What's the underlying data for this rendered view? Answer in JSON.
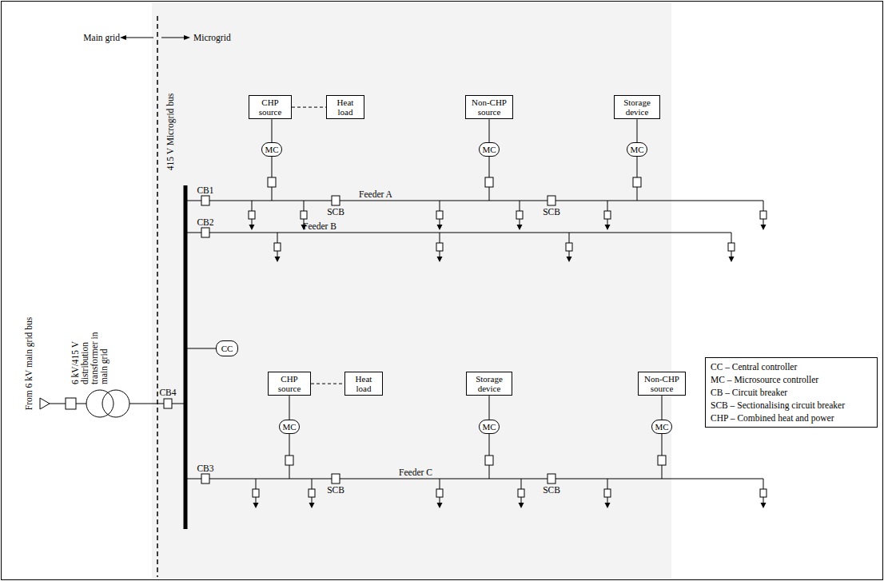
{
  "diagram": {
    "nodes": [
      {
        "text": [
          "CHP source"
        ]
      },
      {
        "text": [
          "Heat load"
        ]
      },
      {
        "text": [
          "Non-CHP source"
        ]
      },
      {
        "text": [
          "Storage device"
        ]
      },
      {
        "text": [
          "MC"
        ]
      },
      {
        "text": [
          "MC"
        ]
      },
      {
        "text": [
          "MC"
        ]
      },
      {
        "text": [
          "CC"
        ]
      },
      {
        "text": [
          "CHP source"
        ]
      },
      {
        "text": [
          "Heat load"
        ]
      },
      {
        "text": [
          "Storage device"
        ]
      },
      {
        "text": [
          "Non-CHP source"
        ]
      },
      {
        "text": [
          "MC"
        ]
      },
      {
        "text": [
          "MC"
        ]
      },
      {
        "text": [
          "MC"
        ]
      }
    ],
    "edges": [
      {
        "from": 0,
        "to": 1,
        "arrow": "none"
      },
      {
        "from": 0,
        "to": 4,
        "arrow": "none"
      },
      {
        "from": 2,
        "to": 5,
        "arrow": "none"
      },
      {
        "from": 3,
        "to": 6,
        "arrow": "none"
      },
      {
        "from": 8,
        "to": 9,
        "arrow": "none"
      },
      {
        "from": 8,
        "to": 12,
        "arrow": "none"
      },
      {
        "from": 10,
        "to": 13,
        "arrow": "none"
      },
      {
        "from": 11,
        "to": 14,
        "arrow": "none"
      }
    ],
    "labels": [
      "Main grid",
      "Microgrid",
      "From 6 kV main grid bus",
      "6 kV/415 V distribution transformer in main grid",
      "415 V Microgrid bus",
      "CB1",
      "Feeder A",
      "SCB",
      "SCB",
      "CB2",
      "Feeder B",
      "CB4",
      "CB3",
      "Feeder C",
      "SCB",
      "SCB"
    ],
    "legend": [
      {
        "text": "CC – Central controller"
      },
      {
        "text": "MC – Microsource controller"
      },
      {
        "text": "CB – Circuit breaker"
      },
      {
        "text": "SCB – Sectionalising circuit breaker"
      },
      {
        "text": "CHP – Combined heat and power"
      }
    ]
  }
}
